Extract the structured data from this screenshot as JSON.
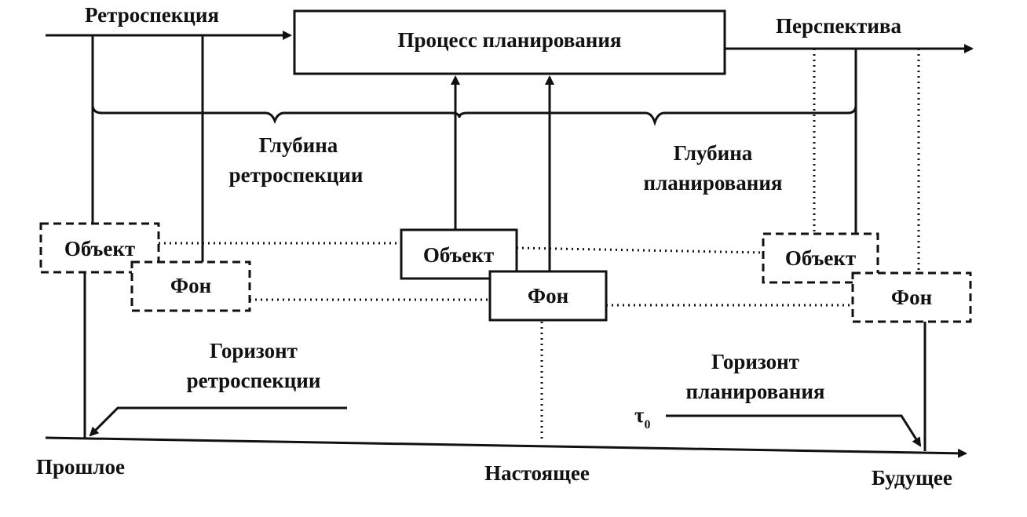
{
  "labels": {
    "retrospection": "Ретроспекция",
    "perspective": "Перспектива",
    "planning_process": "Процесс планирования",
    "depth_retro_line1": "Глубина",
    "depth_retro_line2": "ретроспекции",
    "depth_plan_line1": "Глубина",
    "depth_plan_line2": "планирования",
    "horizon_retro_line1": "Горизонт",
    "horizon_retro_line2": "ретроспекции",
    "horizon_plan_line1": "Горизонт",
    "horizon_plan_line2": "планирования",
    "tau": "τ",
    "tau_sub": "0",
    "past": "Прошлое",
    "present": "Настоящее",
    "future": "Будущее"
  },
  "boxes": {
    "object_past": "Объект",
    "background_past": "Фон",
    "object_present": "Объект",
    "background_present": "Фон",
    "object_future": "Объект",
    "background_future": "Фон"
  }
}
